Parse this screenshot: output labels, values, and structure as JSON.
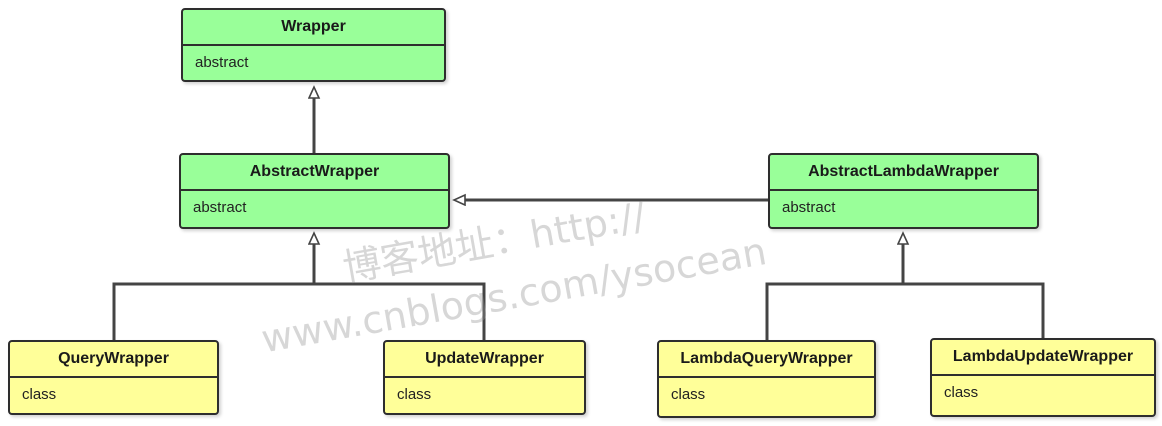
{
  "classes": {
    "wrapper": {
      "name": "Wrapper",
      "kind": "abstract"
    },
    "abstract_wrapper": {
      "name": "AbstractWrapper",
      "kind": "abstract"
    },
    "abstract_lambda_wrapper": {
      "name": "AbstractLambdaWrapper",
      "kind": "abstract"
    },
    "query_wrapper": {
      "name": "QueryWrapper",
      "kind": "class"
    },
    "update_wrapper": {
      "name": "UpdateWrapper",
      "kind": "class"
    },
    "lambda_query_wrapper": {
      "name": "LambdaQueryWrapper",
      "kind": "class"
    },
    "lambda_update_wrapper": {
      "name": "LambdaUpdateWrapper",
      "kind": "class"
    }
  },
  "watermark": {
    "line1": "博客地址：http://",
    "line2": "www.cnblogs.com/ysocean"
  },
  "colors": {
    "abstract_fill": "#99ff99",
    "class_fill": "#ffff99",
    "stroke": "#2e2e2e"
  }
}
